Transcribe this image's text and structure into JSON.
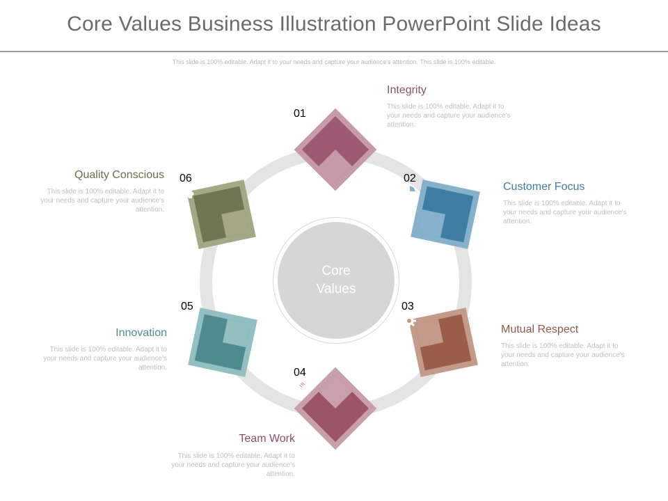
{
  "header": {
    "title": "Core Values Business Illustration PowerPoint Slide Ideas",
    "subtitle": "This slide is 100% editable. Adapt it to your needs and capture your audience's attention. This slide is 100% editable."
  },
  "center": {
    "label": "Core Values"
  },
  "values": [
    {
      "number": "01",
      "title": "Integrity",
      "desc": "This slide is 100% editable. Adapt it to your needs and capture your audience's attention.",
      "icon": "magnifier-icon",
      "color": "#9c5a73",
      "light": "#c69aa9",
      "text_color": "#8a5468"
    },
    {
      "number": "02",
      "title": "Customer Focus",
      "desc": "This slide is 100% editable. Adapt it to your needs and capture your audience's attention.",
      "icon": "pie-chart-icon",
      "color": "#3f7ea3",
      "light": "#86b1cd",
      "text_color": "#3f7ea3"
    },
    {
      "number": "03",
      "title": "Mutual Respect",
      "desc": "This slide is 100% editable. Adapt it to your needs and capture your audience's attention.",
      "icon": "gear-icon",
      "color": "#9b5d4a",
      "light": "#c49a8b",
      "text_color": "#8c5a4b"
    },
    {
      "number": "04",
      "title": "Team Work",
      "desc": "This slide is 100% editable. Adapt it to your needs and capture your audience's attention.",
      "icon": "handshake-icon",
      "color": "#9b5564",
      "light": "#c9a0aa",
      "text_color": "#8a5060"
    },
    {
      "number": "05",
      "title": "Innovation",
      "desc": "This slide is 100% editable. Adapt it to your needs and capture your audience's attention.",
      "icon": "lightbulb-icon",
      "color": "#4f8b8e",
      "light": "#92c0c1",
      "text_color": "#4f8b8e"
    },
    {
      "number": "06",
      "title": "Quality Conscious",
      "desc": "This slide is 100% editable. Adapt it to your needs and capture your audience's attention.",
      "icon": "puzzle-icon",
      "color": "#707750",
      "light": "#a5a886",
      "text_color": "#6a6f4a"
    }
  ]
}
